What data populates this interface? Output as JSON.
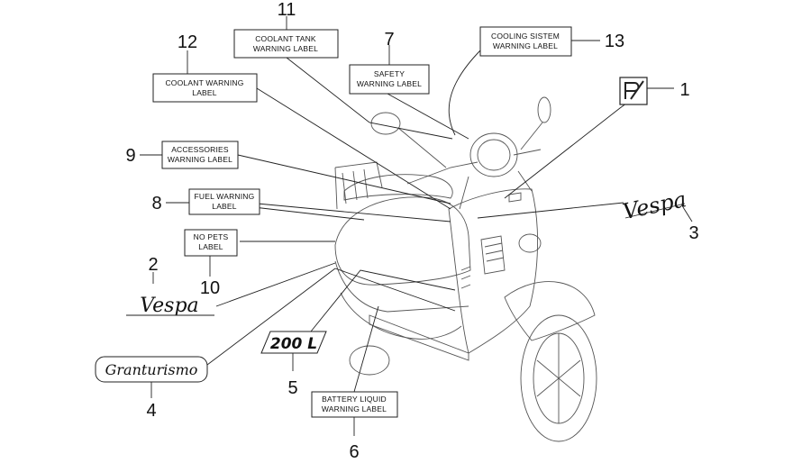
{
  "diagram": {
    "labels": {
      "l11": [
        "COOLANT TANK",
        "WARNING LABEL"
      ],
      "l12": [
        "COOLANT WARNING",
        "LABEL"
      ],
      "l7": [
        "SAFETY",
        "WARNING LABEL"
      ],
      "l13": [
        "COOLING SISTEM",
        "WARNING LABEL"
      ],
      "l9": [
        "ACCESSORIES",
        "WARNING LABEL"
      ],
      "l8": [
        "FUEL WARNING",
        "LABEL"
      ],
      "l10": [
        "NO PETS",
        "LABEL"
      ],
      "l6": [
        "BATTERY LIQUID",
        "WARNING LABEL"
      ]
    },
    "numbers": {
      "n1": "1",
      "n2": "2",
      "n3": "3",
      "n4": "4",
      "n5": "5",
      "n6": "6",
      "n7": "7",
      "n8": "8",
      "n9": "9",
      "n10": "10",
      "n11": "11",
      "n12": "12",
      "n13": "13"
    },
    "badges": {
      "capacity": "200 L",
      "granturismo": "Granturismo",
      "vespa": "Vespa"
    }
  }
}
